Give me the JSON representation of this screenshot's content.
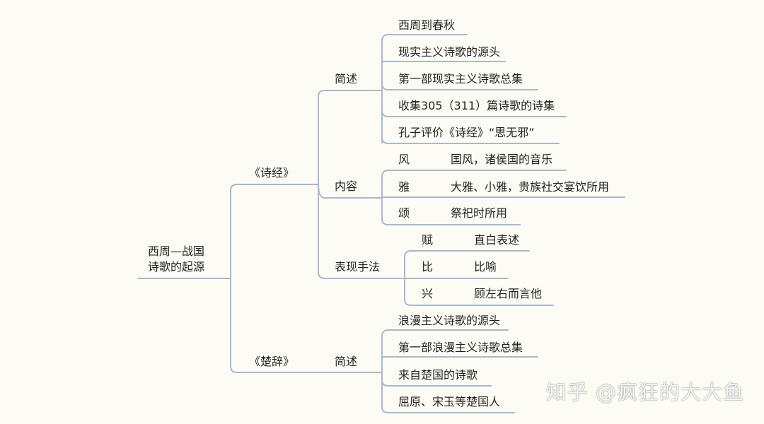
{
  "root": {
    "line1": "西周—战国",
    "line2": "诗歌的起源"
  },
  "shijing": {
    "title": "《诗经》",
    "summary": {
      "label": "简述",
      "items": [
        "西周到春秋",
        "现实主义诗歌的源头",
        "第一部现实主义诗歌总集",
        "收集305（311）篇诗歌的诗集",
        "孔子评价《诗经》“思无邪”"
      ]
    },
    "content": {
      "label": "内容",
      "items": [
        {
          "key": "风",
          "desc": "国风，诸侯国的音乐"
        },
        {
          "key": "雅",
          "desc": "大雅、小雅，贵族社交宴饮所用"
        },
        {
          "key": "颂",
          "desc": "祭祀时所用"
        }
      ]
    },
    "technique": {
      "label": "表现手法",
      "items": [
        {
          "key": "赋",
          "desc": "直白表述"
        },
        {
          "key": "比",
          "desc": "比喻"
        },
        {
          "key": "兴",
          "desc": "顾左右而言他"
        }
      ]
    }
  },
  "chuci": {
    "title": "《楚辞》",
    "summary": {
      "label": "简述",
      "items": [
        "浪漫主义诗歌的源头",
        "第一部浪漫主义诗歌总集",
        "来自楚国的诗歌",
        "屈原、宋玉等楚国人"
      ]
    }
  },
  "watermark": "知乎 @疯狂的大大鱼",
  "colors": {
    "line": "#a9b9cd",
    "background": "#fdfcf4",
    "text": "#222222"
  }
}
